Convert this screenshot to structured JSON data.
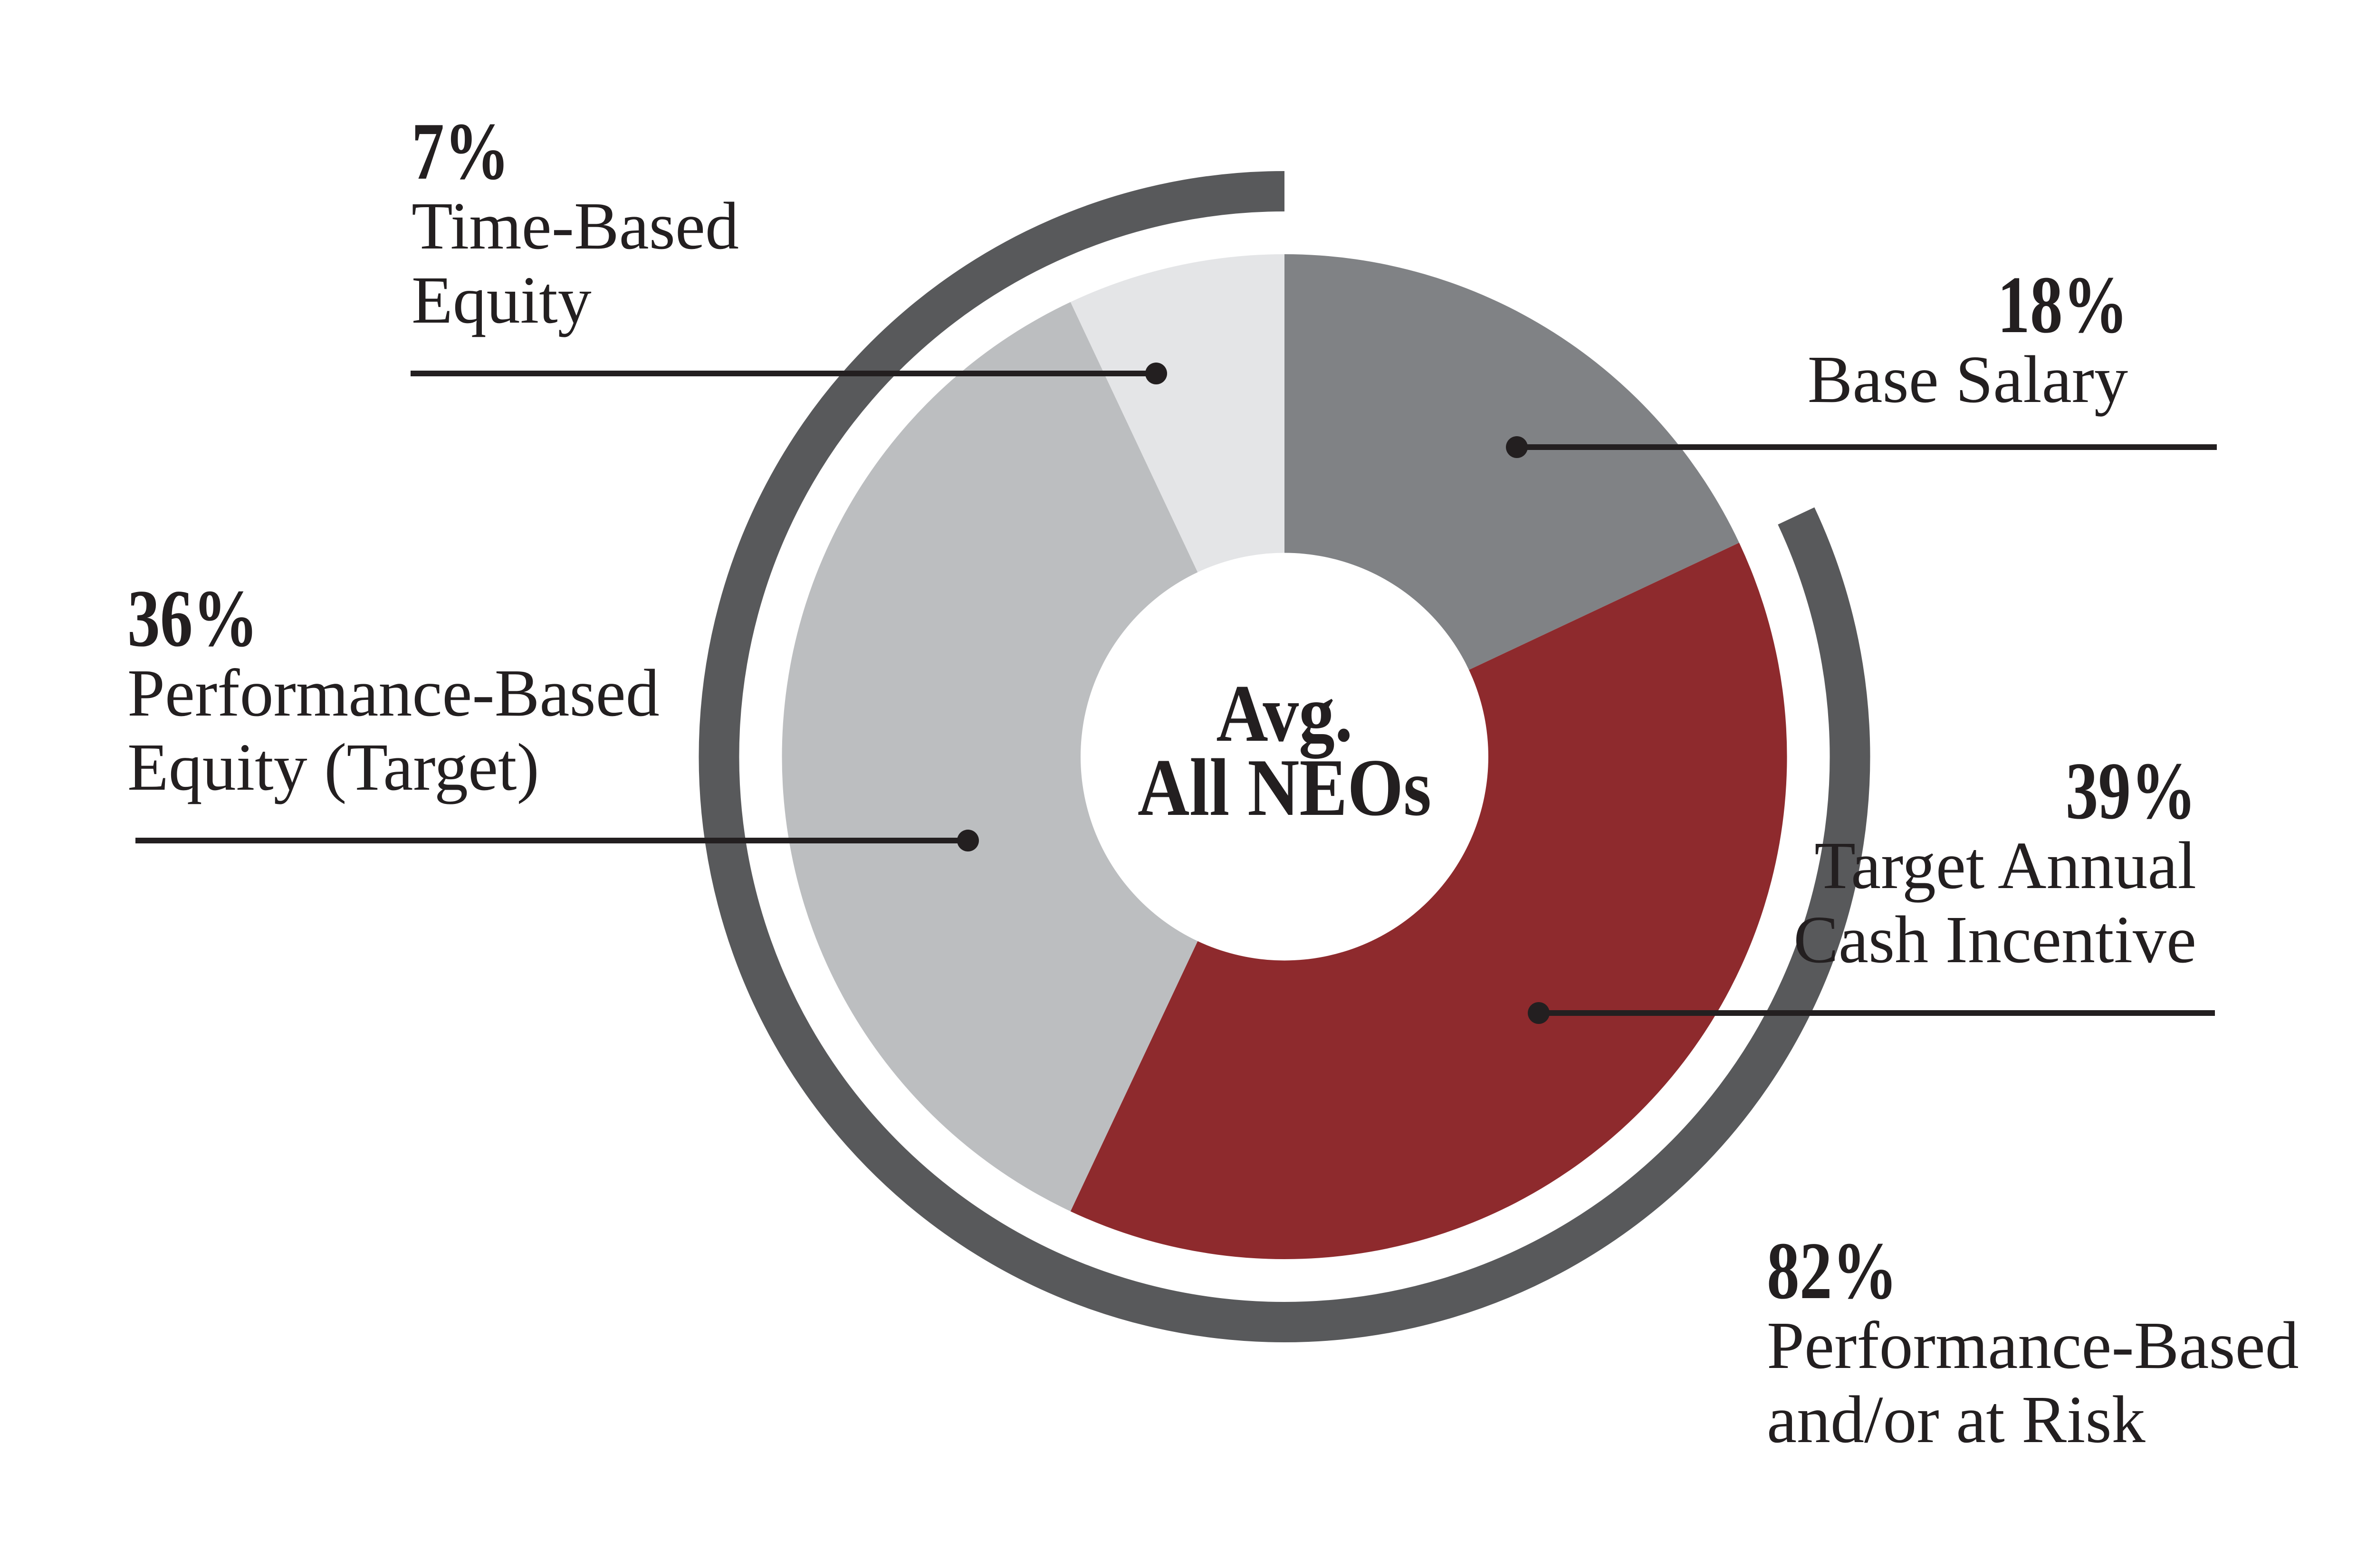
{
  "chart_data": {
    "type": "pie",
    "variant": "donut",
    "title": "",
    "center_label_lines": [
      "Avg.",
      "All NEOs"
    ],
    "start_angle_deg": 0,
    "direction": "clockwise",
    "legend_position": "callouts",
    "background": "#ffffff",
    "ink_color": "#231f20",
    "slices": [
      {
        "name": "Base Salary",
        "value": 18,
        "pct_label": "18%",
        "color": "#808285",
        "callout_lines": [
          "Base Salary"
        ]
      },
      {
        "name": "Target Annual Cash Incentive",
        "value": 39,
        "pct_label": "39%",
        "color": "#8e2a2d",
        "callout_lines": [
          "Target Annual",
          "Cash Incentive"
        ]
      },
      {
        "name": "Performance-Based Equity (Target)",
        "value": 36,
        "pct_label": "36%",
        "color": "#bcbec0",
        "callout_lines": [
          "Performance-Based",
          "Equity (Target)"
        ]
      },
      {
        "name": "Time-Based Equity",
        "value": 7,
        "pct_label": "7%",
        "color": "#e4e5e7",
        "callout_lines": [
          "Time-Based",
          "Equity"
        ]
      }
    ],
    "outer_arc": {
      "name": "Performance-Based and/or at Risk",
      "value": 82,
      "pct_label": "82%",
      "color": "#58595b",
      "callout_lines": [
        "Performance-Based",
        "and/or at Risk"
      ]
    }
  }
}
